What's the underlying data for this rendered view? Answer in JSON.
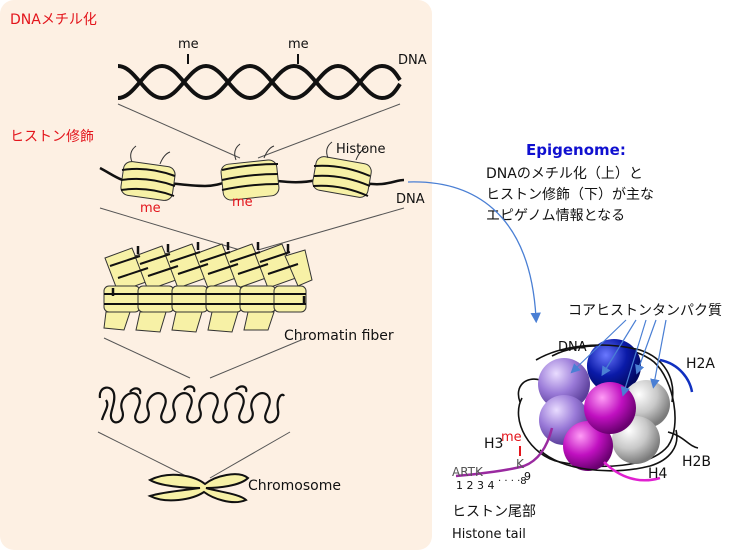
{
  "left_panel": {
    "section_dna_methylation": "DNAメチル化",
    "section_histone_modification": "ヒストン修飾",
    "me_marks": [
      "me",
      "me",
      "me",
      "me"
    ],
    "label_dna_top": "DNA",
    "label_histone": "Histone",
    "label_dna_mid": "DNA",
    "label_chromatin_fiber": "Chromatin fiber",
    "label_chromosome": "Chromosome"
  },
  "right_panel": {
    "epigenome_title": "Epigenome:",
    "epigenome_lines": [
      "DNAのメチル化（上）と",
      "ヒストン修飾（下）が主な",
      "エピゲノム情報となる"
    ],
    "core_histone_label": "コアヒストンタンパク質",
    "label_dna": "DNA",
    "label_h2a": "H2A",
    "label_h3": "H3",
    "label_h2b": "H2B",
    "label_h4": "H4",
    "label_me": "me",
    "tail_sequence": "ARTK",
    "tail_k": "K",
    "tail_numbers": "1 2 3 4",
    "tail_dots": "· · · ·8",
    "tail_nine": "9",
    "tail_label_jp": "ヒストン尾部",
    "tail_label_en": "Histone tail"
  },
  "colors": {
    "panel_bg": "#fdf0e3",
    "highlight_red": "#e3141b",
    "epigenome_blue": "#1010d0",
    "histone_yellow": "#f7f1a6",
    "arrow_blue": "#4a7fd4",
    "h2a_blue": "#1030c0",
    "h4_magenta": "#e020d0",
    "h3_purple": "#9a2aa0",
    "sphere_purple": "#9a7ad8",
    "sphere_blue": "#0a1aa8",
    "sphere_magenta": "#c010c0",
    "sphere_gray": "#c8c8c8"
  }
}
